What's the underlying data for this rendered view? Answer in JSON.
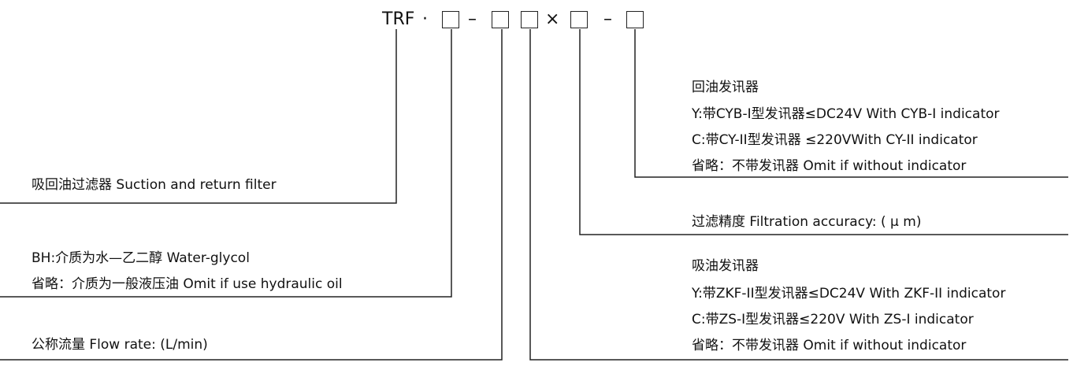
{
  "model_code": {
    "prefix": "TRF",
    "dot": "·",
    "dash_1": "–",
    "times": "×",
    "dash_2": "–"
  },
  "labels": {
    "suction_return_filter": "吸回油过滤器 Suction and return filter",
    "medium_water_glycol": "BH:介质为水—乙二醇 Water-glycol",
    "medium_hydraulic_oil": "省略：介质为一般液压油 Omit if use hydraulic oil",
    "flow_rate": "公称流量 Flow rate: (L/min)",
    "return_indicator_title": "回油发讯器",
    "return_indicator_y": "Y:带CYB-I型发讯器≤DC24V With CYB-I indicator",
    "return_indicator_c": "C:带CY-II型发讯器 ≤220VWith CY-II indicator",
    "return_indicator_omit": "省略：不带发讯器 Omit if without indicator",
    "filtration_accuracy": "过滤精度 Filtration accuracy: ( μ m)",
    "suction_indicator_title": "吸油发讯器",
    "suction_indicator_y": "Y:带ZKF-II型发讯器≤DC24V With ZKF-II indicator",
    "suction_indicator_c": "C:带ZS-I型发讯器≤220V With ZS-I indicator",
    "suction_indicator_omit": "省略：不带发讯器 Omit if without indicator"
  },
  "colors": {
    "line": "#222222",
    "text": "#111111"
  }
}
